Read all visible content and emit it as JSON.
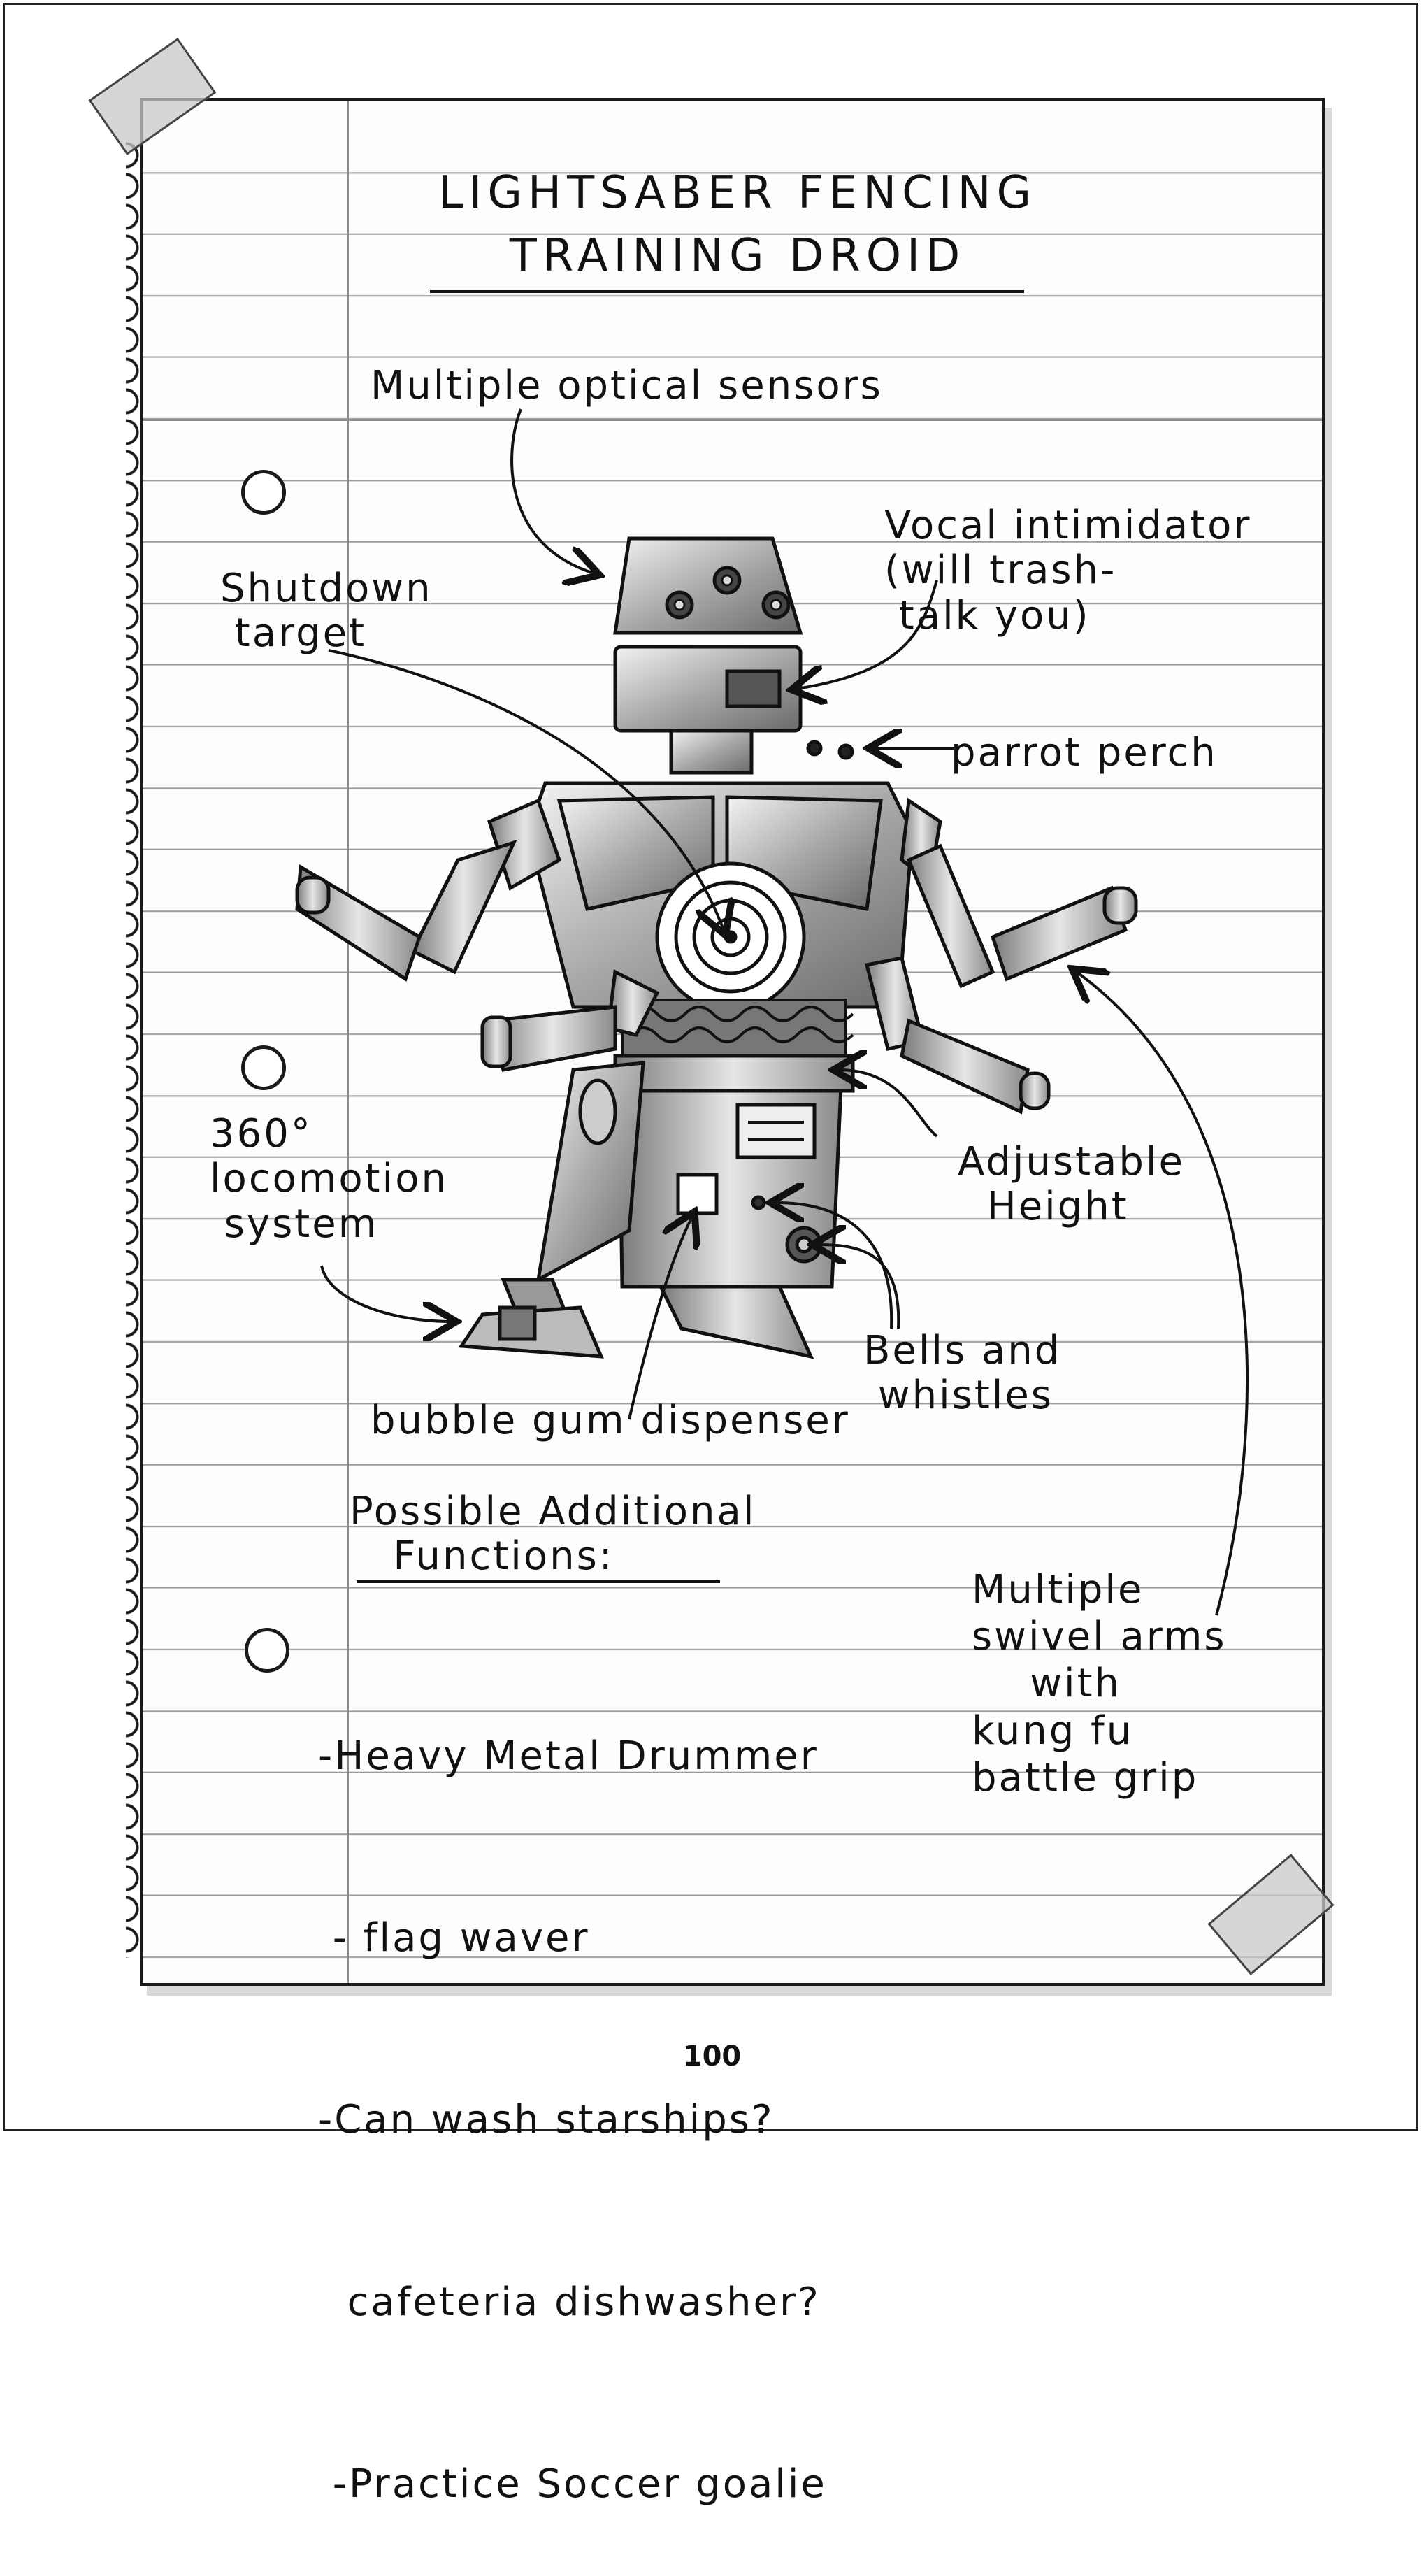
{
  "notebook": {
    "title_line1": "LIGHTSABER FENCING",
    "title_line2": "TRAINING DROID",
    "labels": {
      "optical_sensors": "Multiple optical sensors",
      "vocal_intimidator": "Vocal intimidator\n(will trash-\n talk you)",
      "shutdown_target": "Shutdown\n target",
      "parrot_perch": "parrot perch",
      "locomotion": "360°\nlocomotion\n system",
      "adjustable_height": "Adjustable\n  Height",
      "bells_whistles": "Bells and\n whistles",
      "bubble_gum": "bubble gum dispenser",
      "swivel_arms": "Multiple\nswivel arms\n    with\nkung fu\nbattle grip"
    },
    "functions_heading": "Possible Additional\n   Functions:",
    "functions": [
      "-Heavy Metal Drummer",
      " - flag waver",
      "-Can wash starships?",
      "  cafeteria dishwasher?",
      " -Practice Soccer goalie"
    ]
  },
  "page_number": "100"
}
